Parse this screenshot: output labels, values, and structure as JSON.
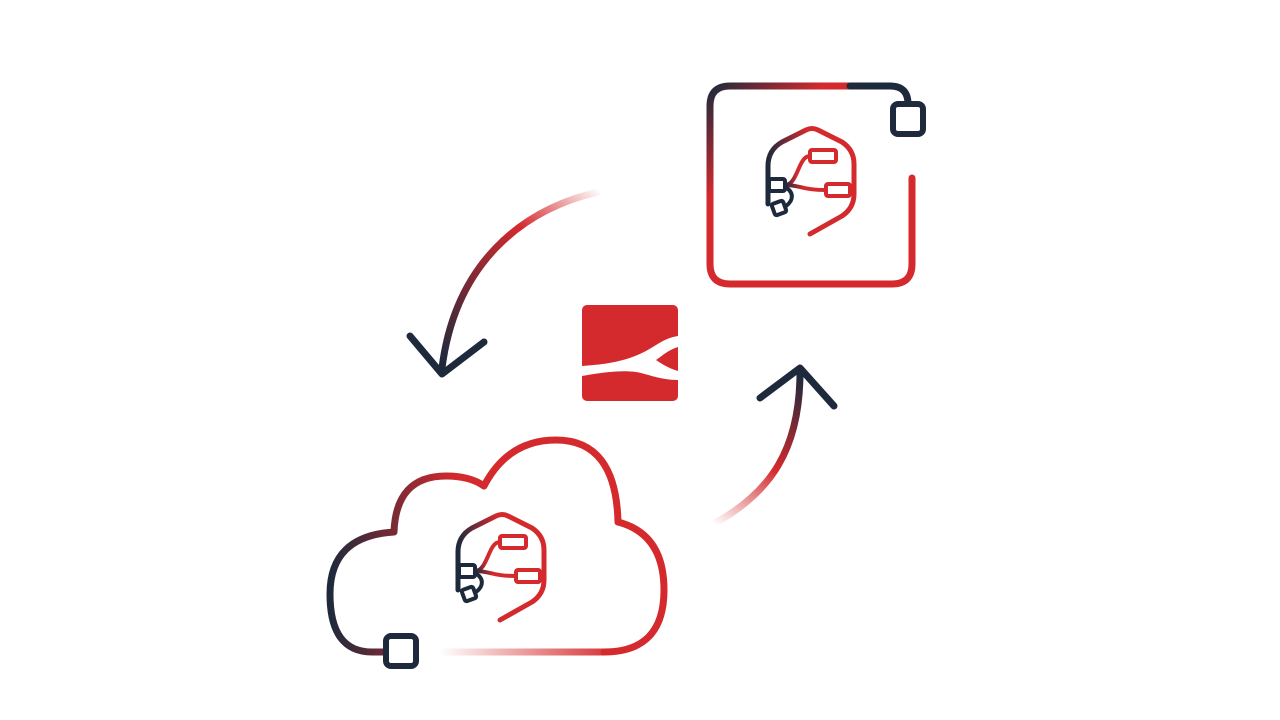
{
  "colors": {
    "red": "#d42a2d",
    "navy": "#1e2a3c",
    "background": "#ffffff"
  },
  "diagram": {
    "nodes": [
      {
        "id": "chip",
        "icon": "microchip-icon",
        "contains": "flow-logo-icon"
      },
      {
        "id": "cloud",
        "icon": "cloud-icon",
        "contains": "flow-logo-icon"
      },
      {
        "id": "center",
        "icon": "brand-logo-icon"
      }
    ],
    "edges": [
      {
        "from": "chip",
        "to": "cloud",
        "icon": "arrow-down-icon"
      },
      {
        "from": "cloud",
        "to": "chip",
        "icon": "arrow-up-icon"
      }
    ]
  }
}
